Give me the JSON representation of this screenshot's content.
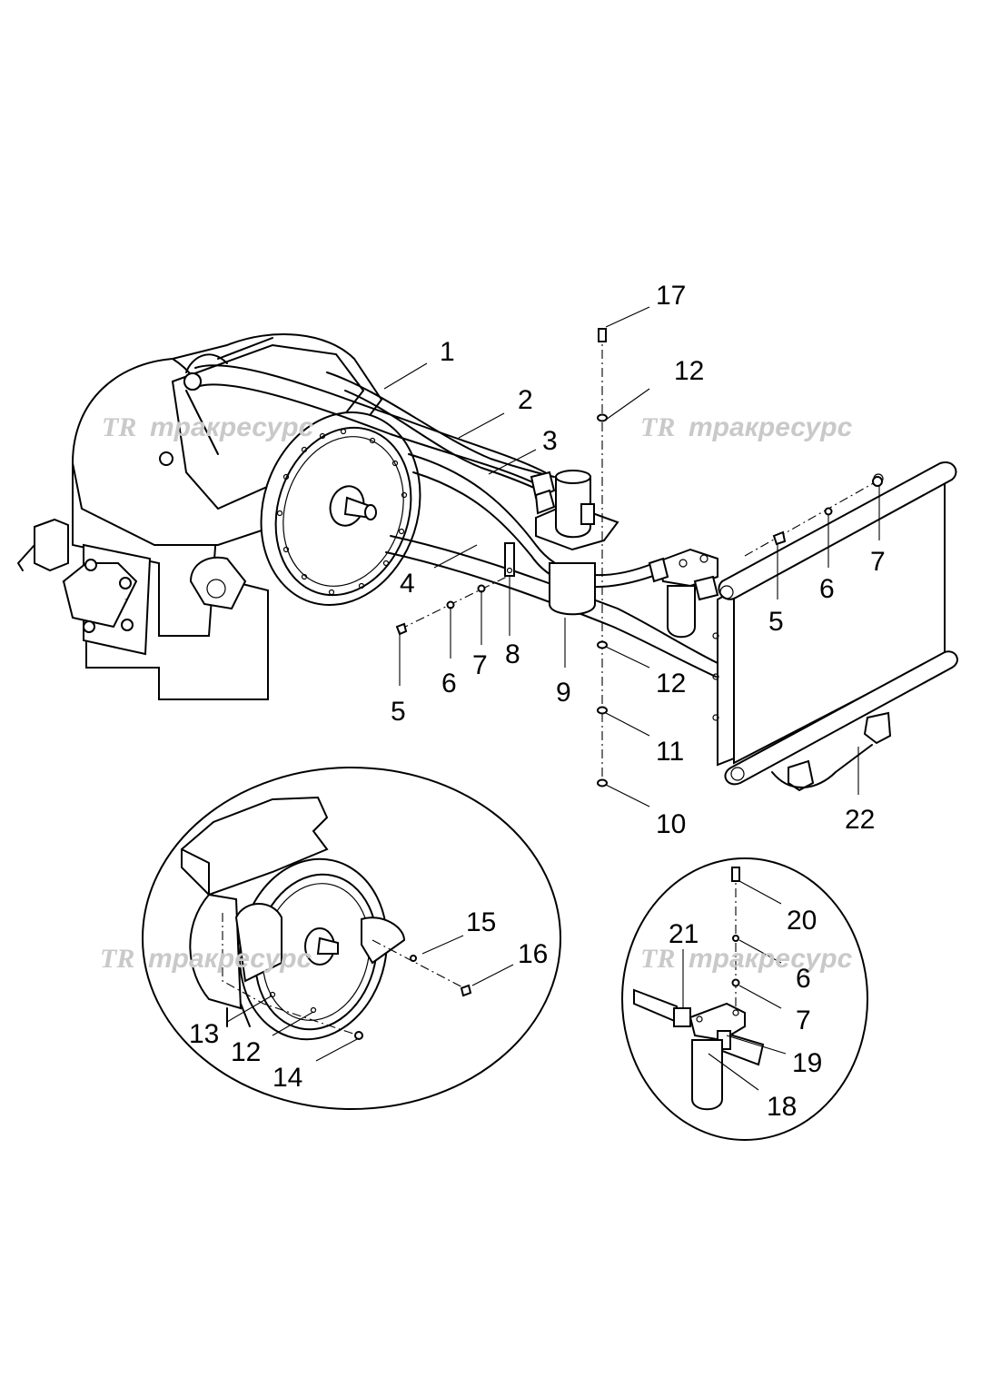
{
  "watermark": {
    "logo": "TR",
    "text": "тракресурс"
  },
  "callouts": {
    "c1": "1",
    "c2": "2",
    "c3": "3",
    "c4": "4",
    "c5a": "5",
    "c5b": "5",
    "c6a": "6",
    "c6b": "6",
    "c6c": "6",
    "c7a": "7",
    "c7b": "7",
    "c7c": "7",
    "c8": "8",
    "c9": "9",
    "c10": "10",
    "c11": "11",
    "c12a": "12",
    "c12b": "12",
    "c12c": "12",
    "c13": "13",
    "c14": "14",
    "c15": "15",
    "c16": "16",
    "c17": "17",
    "c18": "18",
    "c19": "19",
    "c20": "20",
    "c21": "21",
    "c22": "22"
  },
  "colors": {
    "line": "#000000",
    "watermark": "#c9c9c9",
    "background": "#ffffff"
  }
}
